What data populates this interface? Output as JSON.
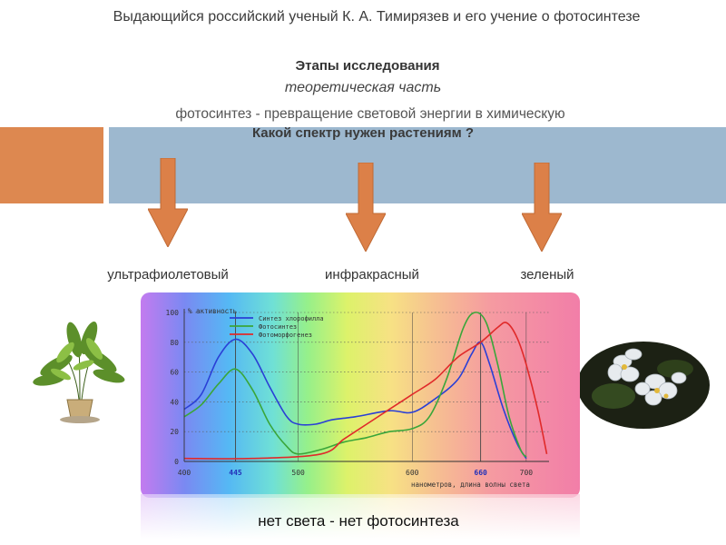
{
  "slide": {
    "title": "Выдающийся российский ученый К. А. Тимирязев и его учение о фотосинтезе",
    "subtitle": "Этапы исследования",
    "theory": "теоретическая часть",
    "definition": "фотосинтез - превращение световой энергии в химическую",
    "question": "Какой спектр нужен растениям ?",
    "labels": {
      "uv": "ультрафиолетовый",
      "ir": "инфракрасный",
      "green": "зеленый"
    },
    "footer": "нет света - нет фотосинтеза"
  },
  "colors": {
    "orange": "#dd8850",
    "blue_band": "#9db8cf",
    "arrow_fill": "#dc8048",
    "arrow_stroke": "#c06a35"
  },
  "chart_data": {
    "type": "line",
    "ylabel": "% активность",
    "xlabel": "нанометров, длина волны света",
    "xlim": [
      400,
      720
    ],
    "ylim": [
      0,
      100
    ],
    "yticks": [
      0,
      20,
      40,
      60,
      80,
      100
    ],
    "xticks": [
      400,
      445,
      500,
      600,
      660,
      700
    ],
    "highlight_ticks": [
      445,
      660
    ],
    "series": [
      {
        "name": "Синтез хлорофилла",
        "color": "#2a3fd6",
        "points": [
          [
            400,
            35
          ],
          [
            415,
            45
          ],
          [
            430,
            70
          ],
          [
            445,
            82
          ],
          [
            460,
            72
          ],
          [
            475,
            50
          ],
          [
            490,
            30
          ],
          [
            500,
            25
          ],
          [
            515,
            25
          ],
          [
            530,
            28
          ],
          [
            550,
            30
          ],
          [
            580,
            34
          ],
          [
            600,
            33
          ],
          [
            620,
            42
          ],
          [
            640,
            55
          ],
          [
            652,
            72
          ],
          [
            660,
            80
          ],
          [
            668,
            65
          ],
          [
            680,
            35
          ],
          [
            692,
            12
          ],
          [
            700,
            2
          ]
        ]
      },
      {
        "name": "Фотосинтез",
        "color": "#3aa63a",
        "points": [
          [
            400,
            30
          ],
          [
            415,
            38
          ],
          [
            430,
            52
          ],
          [
            445,
            62
          ],
          [
            460,
            48
          ],
          [
            475,
            25
          ],
          [
            490,
            10
          ],
          [
            500,
            5
          ],
          [
            520,
            8
          ],
          [
            540,
            13
          ],
          [
            560,
            16
          ],
          [
            580,
            20
          ],
          [
            600,
            22
          ],
          [
            615,
            30
          ],
          [
            630,
            55
          ],
          [
            645,
            90
          ],
          [
            655,
            100
          ],
          [
            665,
            93
          ],
          [
            675,
            65
          ],
          [
            685,
            30
          ],
          [
            695,
            8
          ],
          [
            700,
            3
          ]
        ]
      },
      {
        "name": "Фотоморфогенез",
        "color": "#e02a2a",
        "points": [
          [
            400,
            2
          ],
          [
            460,
            2
          ],
          [
            520,
            5
          ],
          [
            540,
            15
          ],
          [
            560,
            25
          ],
          [
            580,
            35
          ],
          [
            600,
            45
          ],
          [
            620,
            55
          ],
          [
            640,
            70
          ],
          [
            660,
            80
          ],
          [
            675,
            90
          ],
          [
            683,
            93
          ],
          [
            692,
            83
          ],
          [
            700,
            65
          ],
          [
            710,
            35
          ],
          [
            718,
            5
          ]
        ]
      }
    ]
  }
}
